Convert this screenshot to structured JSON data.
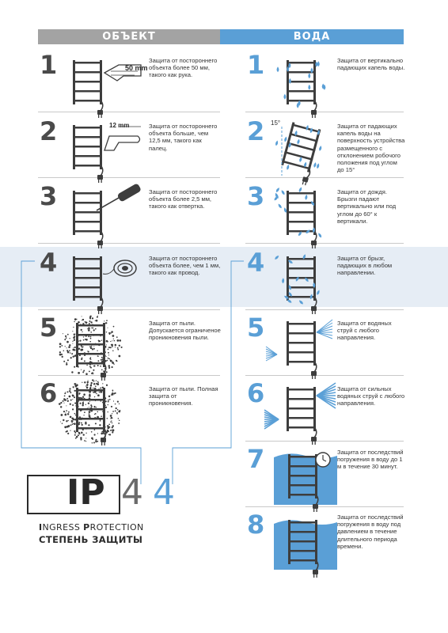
{
  "header": {
    "left": "ОБЪЕКТ",
    "right": "ВОДА"
  },
  "object_rows": [
    {
      "num": "1",
      "text": "Защита от постороннего объекта более 50 мм, такого как рука.",
      "label": "50 mm"
    },
    {
      "num": "2",
      "text": "Защита от постороннего объекта больше, чем 12,5 мм, такого как палец.",
      "label": "12 mm"
    },
    {
      "num": "3",
      "text": "Защита от постороннего объекта более 2,5 мм, такого как отвертка."
    },
    {
      "num": "4",
      "text": "Защита от постороннего объекта более, чем 1 мм, такого как провод."
    },
    {
      "num": "5",
      "text": "Защита от пыли. Допускается ограниченое проникновения пыли."
    },
    {
      "num": "6",
      "text": "Защита от пыли. Полная защита от проникновения."
    }
  ],
  "water_rows": [
    {
      "num": "1",
      "text": "Защита от вертикально падающих капель воды."
    },
    {
      "num": "2",
      "text": "Защита от падающих капель воды на поверхность устройства размещенного с отклонением робочого положения под углом до 15°",
      "label": "15°"
    },
    {
      "num": "3",
      "text": "Защита от дождя. Брызги падают вертикально или под углом до 60° к вертикали."
    },
    {
      "num": "4",
      "text": "Защита от брызг, падающих в любом направлении."
    },
    {
      "num": "5",
      "text": "Защита от водяных струй с любого направления."
    },
    {
      "num": "6",
      "text": "Защита от сильных водяных струй с любого направления."
    },
    {
      "num": "7",
      "text": "Защита от последствий погружения в воду до 1 м в течение 30 минут."
    },
    {
      "num": "8",
      "text": "Защита от последствий погружения в воду под давлением в течение длительного периода времени."
    }
  ],
  "ip": {
    "letters": "IP",
    "digit1": "4",
    "digit2": "4",
    "sub1_a": "I",
    "sub1_b": "NGRESS ",
    "sub1_c": "P",
    "sub1_d": "ROTECTION",
    "sub2": "СТЕПЕНЬ ЗАЩИТЫ"
  },
  "colors": {
    "blue": "#5a9fd6",
    "gray": "#a3a3a3",
    "dark": "#2a2a2a",
    "band": "#e6edf5"
  }
}
